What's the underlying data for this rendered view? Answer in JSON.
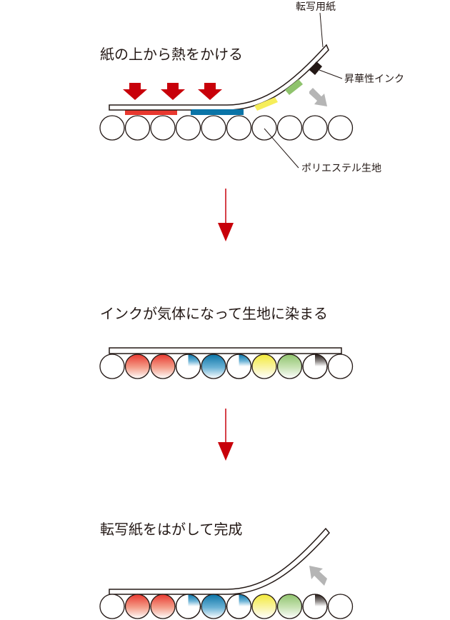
{
  "steps": [
    {
      "title": "紙の上から熱をかける"
    },
    {
      "title": "インクが気体になって生地に染まる"
    },
    {
      "title": "転写紙をはがして完成"
    }
  ],
  "labels": {
    "transfer_paper": "転写用紙",
    "sublimation_ink": "昇華性インク",
    "polyester_fabric": "ポリエステル生地"
  },
  "colors": {
    "ink_red": "#e8382f",
    "ink_blue": "#0a74a7",
    "ink_yellow": "#f6ee5a",
    "ink_green": "#8fc36d",
    "ink_black": "#231815",
    "heat_arrow": "#c8000a",
    "flow_arrow": "#c8000a",
    "peel_arrow": "#b5b5b5",
    "outline": "#231815"
  },
  "fabric_fill_pattern": [
    "none",
    "red",
    "red",
    "blue-half",
    "blue",
    "blue-half",
    "yellow",
    "green",
    "black-half",
    "none"
  ]
}
